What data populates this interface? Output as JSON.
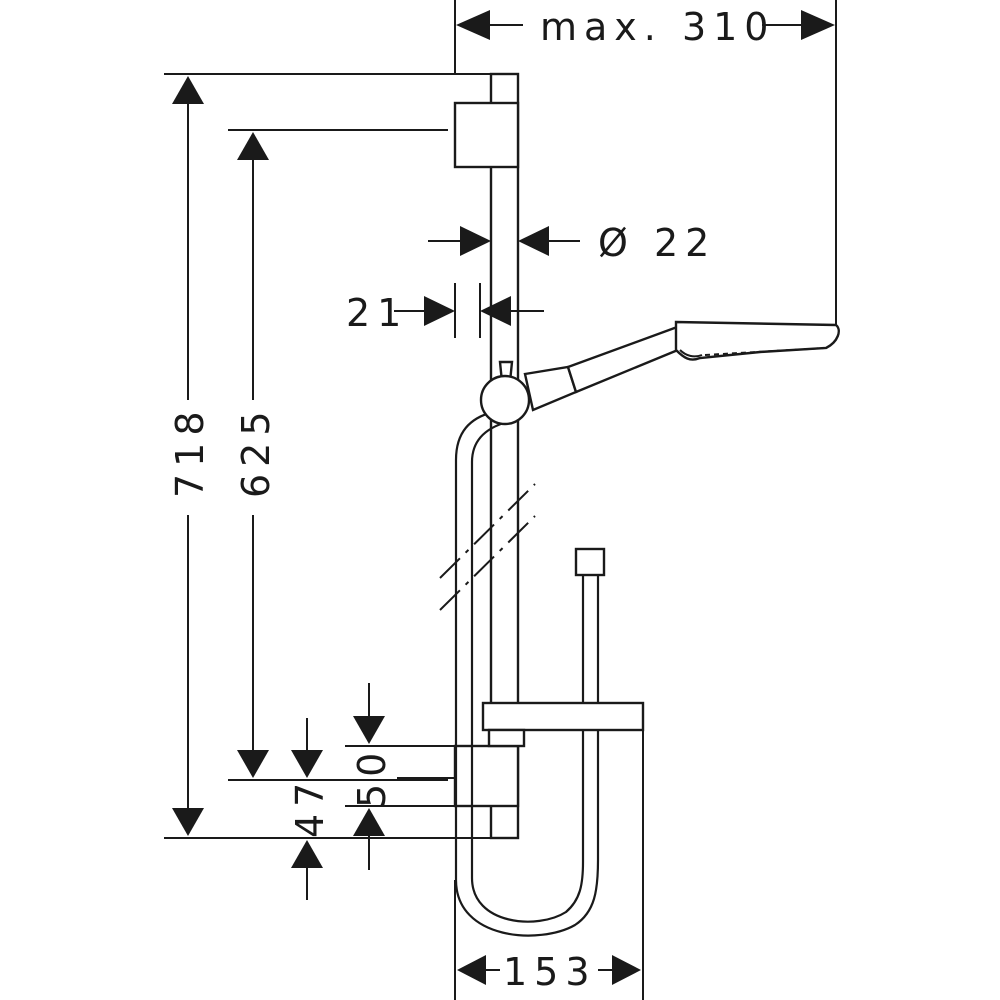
{
  "dimensions": {
    "max_reach": "max. 310",
    "diameter": "Ø 22",
    "wall_offset": "21",
    "total_height": "718",
    "bracket_spacing": "625",
    "lower_offset_47": "47",
    "lower_offset_50": "50",
    "hose_width": "153"
  }
}
